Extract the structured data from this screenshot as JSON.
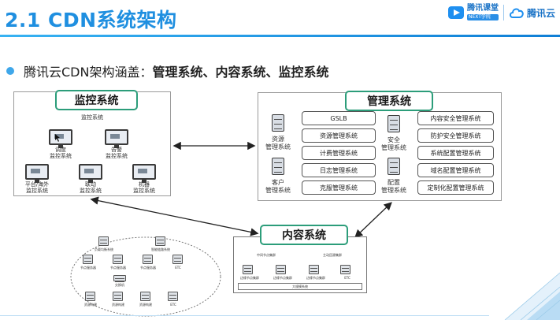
{
  "slide": {
    "title": "2.1 CDN系统架构",
    "bullet_prefix": "腾讯云CDN架构涵盖：",
    "bullet_bold": "管理系统、内容系统、监控系统"
  },
  "logos": {
    "classroom_name": "腾讯课堂",
    "classroom_sub": "NEXT学院",
    "cloud_name": "腾讯云"
  },
  "monitor": {
    "tag": "监控系统",
    "caption": "监控系统",
    "items": [
      {
        "label_1": "调度",
        "label_2": "监控系统"
      },
      {
        "label_1": "告警",
        "label_2": "监控系统"
      },
      {
        "label_1": "平台/海外",
        "label_2": "监控系统"
      },
      {
        "label_1": "联动",
        "label_2": "监控系统"
      },
      {
        "label_1": "机器",
        "label_2": "监控系统"
      }
    ]
  },
  "management": {
    "tag": "管理系统",
    "left_icons": [
      {
        "label_1": "资源",
        "label_2": "管理系统"
      },
      {
        "label_1": "客户",
        "label_2": "管理系统"
      }
    ],
    "mid_icons": [
      {
        "label_1": "安全",
        "label_2": "管理系统"
      },
      {
        "label_1": "配置",
        "label_2": "管理系统"
      }
    ],
    "center_boxes": [
      "GSLB",
      "资源管理系统",
      "计费管理系统",
      "日志管理系统",
      "克服管理系统"
    ],
    "right_boxes": [
      "内容安全管理系统",
      "防护安全管理系统",
      "系统配置管理系统",
      "域名配置管理系统",
      "定制化配置管理系统"
    ]
  },
  "content": {
    "tag": "内容系统",
    "left_top": [
      "负载均衡系统",
      "智能链路系统"
    ],
    "left_mid": [
      "节点服务器",
      "节点服务器",
      "节点服务器",
      "ETC"
    ],
    "left_center": "交换机",
    "left_bottom": [
      "资源构建",
      "资源构建",
      "资源构建",
      "ETC"
    ],
    "right_top": [
      "中间节点集群",
      "主动回源集群"
    ],
    "right_mid": [
      "边缘节点集群",
      "边缘节点集群",
      "边缘节点集群",
      "ETC"
    ],
    "right_bottom": "大规模系统"
  },
  "colors": {
    "title_blue": "#1f8fe0",
    "tag_border": "#2c9d7a",
    "bullet_dot": "#3fa7ea"
  }
}
